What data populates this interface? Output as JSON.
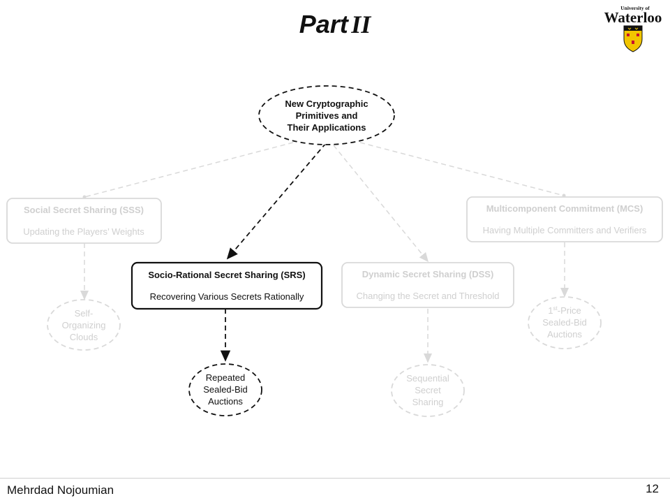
{
  "slide": {
    "title": "Part",
    "title_roman": "II",
    "author": "Mehrdad Nojoumian",
    "page_number": "12"
  },
  "logo": {
    "line1": "University of",
    "line2": "Waterloo",
    "colors": {
      "shield_yellow": "#f2c500",
      "shield_red": "#c8102e",
      "ink": "#111111"
    }
  },
  "diagram": {
    "root": {
      "lines": [
        "New Cryptographic",
        "Primitives and",
        "Their Applications"
      ]
    },
    "sss": {
      "title": "Social Secret Sharing (SSS)",
      "subtitle": "Updating the Players’ Weights"
    },
    "mcs": {
      "title": "Multicomponent Commitment (MCS)",
      "subtitle": "Having Multiple Committers and Verifiers"
    },
    "srs": {
      "title": "Socio-Rational Secret Sharing (SRS)",
      "subtitle": "Recovering Various Secrets Rationally"
    },
    "dss": {
      "title": "Dynamic Secret Sharing (DSS)",
      "subtitle": "Changing the Secret and Threshold"
    },
    "clouds": {
      "lines": [
        "Self-",
        "Organizing",
        "Clouds"
      ]
    },
    "repeated": {
      "lines": [
        "Repeated",
        "Sealed-Bid",
        "Auctions"
      ]
    },
    "sequential": {
      "lines": [
        "Sequential",
        "Secret",
        "Sharing"
      ]
    },
    "firstprice": {
      "line1_base": "1",
      "line1_sup": "st",
      "line1_rest": "-Price",
      "lines": [
        "Sealed-Bid",
        "Auctions"
      ]
    },
    "colors": {
      "active": "#111111",
      "faded": "#d9d9d9",
      "faded_text": "#cfcfcf"
    }
  }
}
